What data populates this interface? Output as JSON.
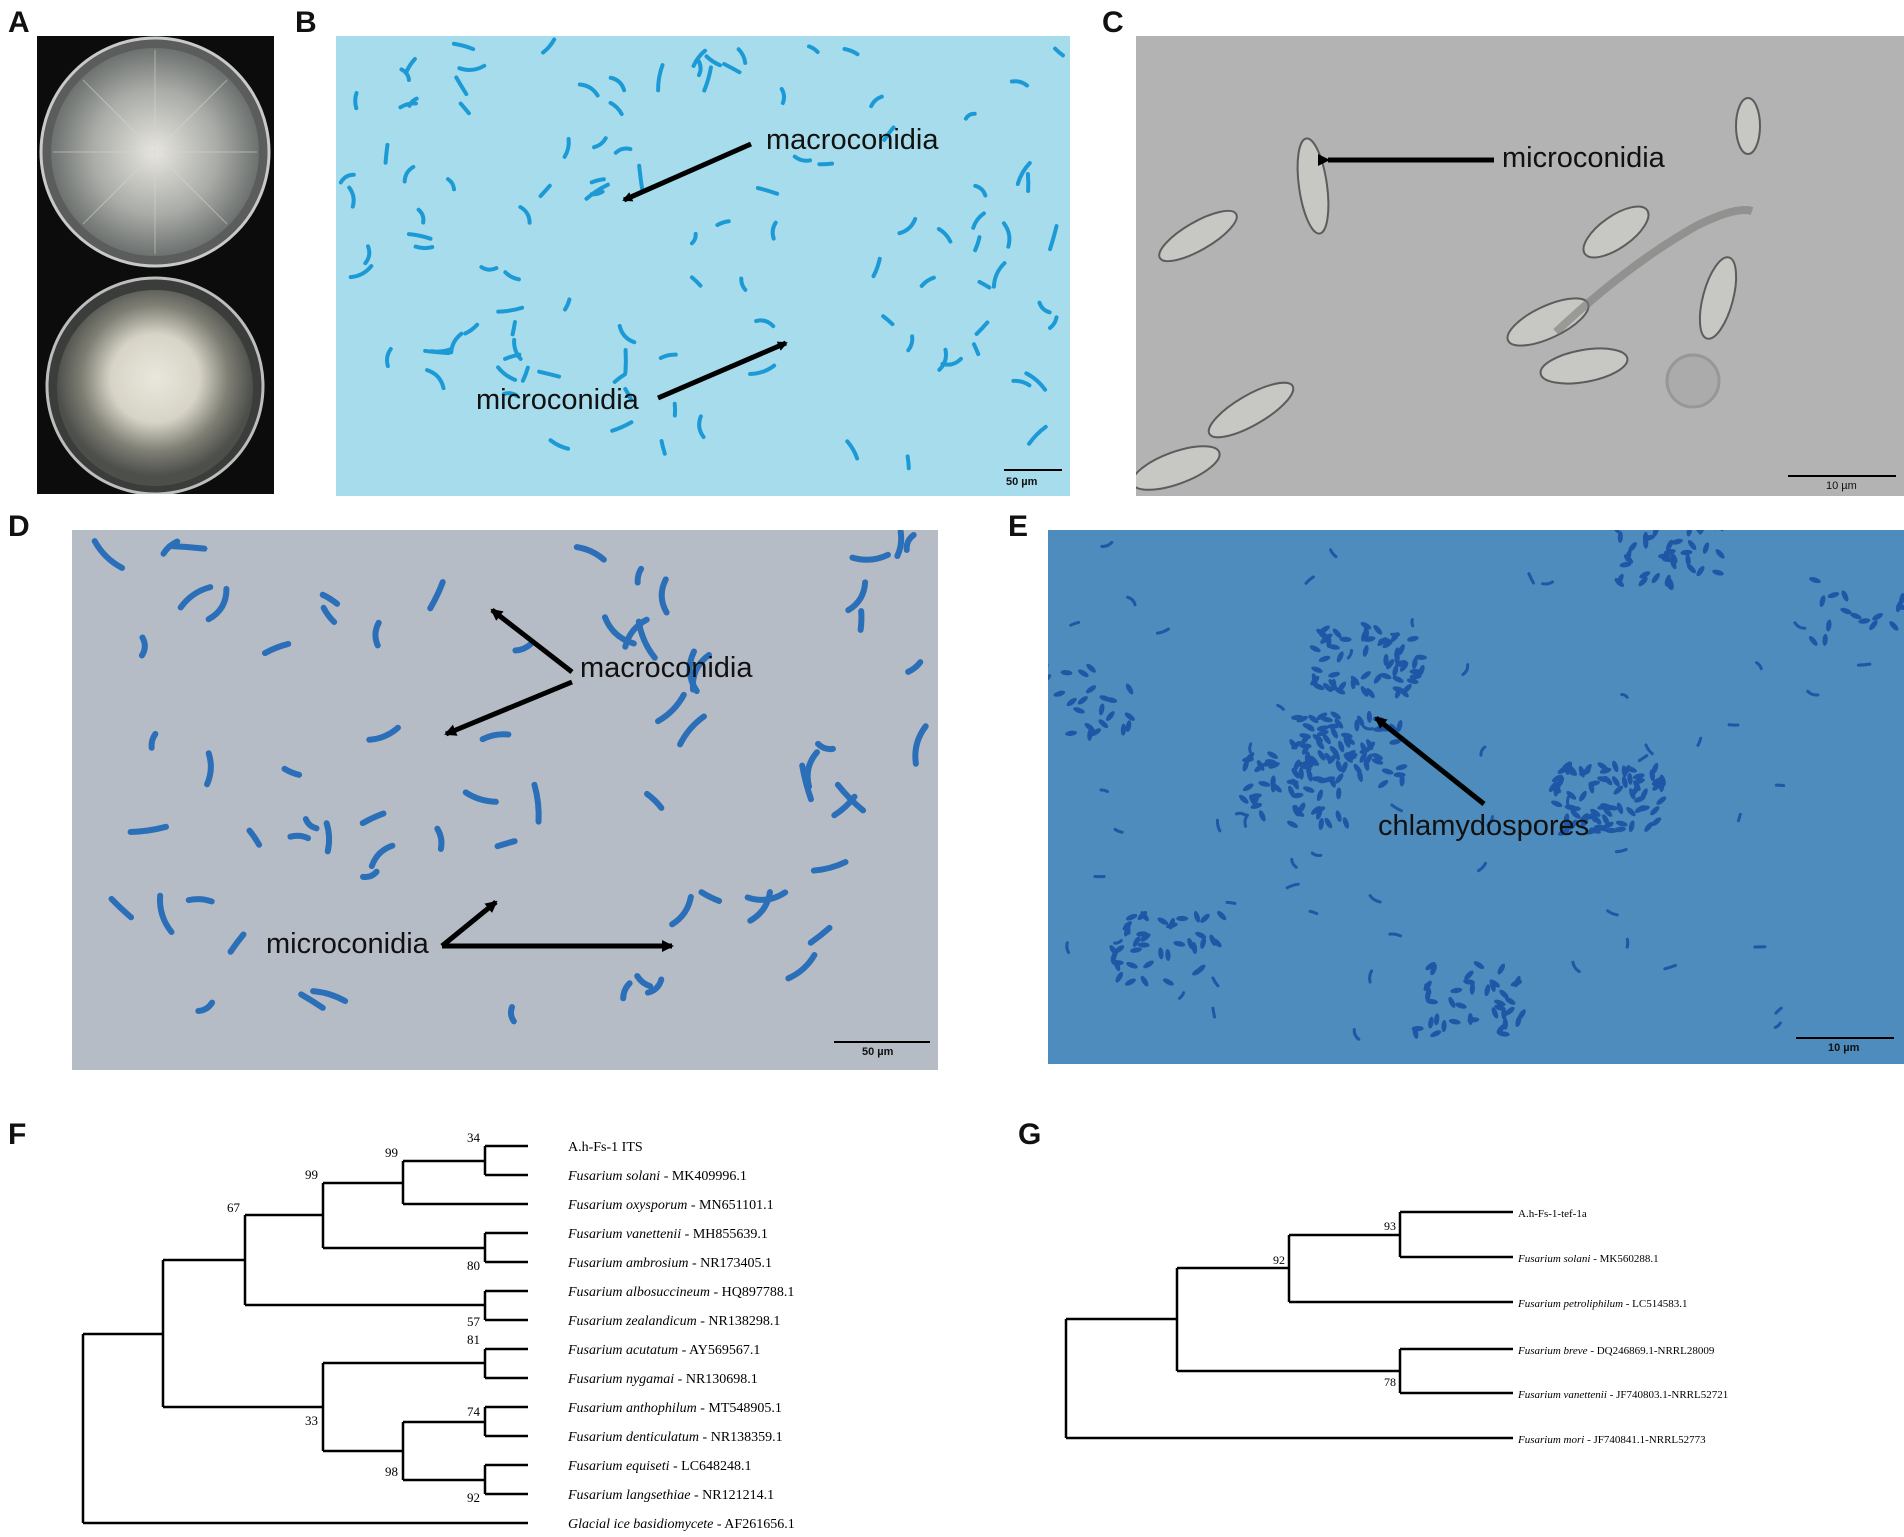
{
  "panels": {
    "A": {
      "label": "A"
    },
    "B": {
      "label": "B",
      "ann1": "macroconidia",
      "ann2": "microconidia",
      "scale": "50 µm"
    },
    "C": {
      "label": "C",
      "ann1": "microconidia",
      "scale": "10 µm"
    },
    "D": {
      "label": "D",
      "ann1": "macroconidia",
      "ann2": "microconidia",
      "scale": "50 µm"
    },
    "E": {
      "label": "E",
      "ann1": "chlamydospores",
      "scale": "10 µm"
    },
    "F": {
      "label": "F"
    },
    "G": {
      "label": "G"
    }
  },
  "treeF": {
    "taxa": [
      {
        "italic": "",
        "rest": "A.h-Fs-1 ITS"
      },
      {
        "italic": "Fusarium solani",
        "rest": " - MK409996.1"
      },
      {
        "italic": "Fusarium oxysporum",
        "rest": " - MN651101.1"
      },
      {
        "italic": "Fusarium vanettenii",
        "rest": " - MH855639.1"
      },
      {
        "italic": "Fusarium ambrosium",
        "rest": " - NR173405.1"
      },
      {
        "italic": "Fusarium albosuccineum",
        "rest": " - HQ897788.1"
      },
      {
        "italic": "Fusarium zealandicum",
        "rest": " - NR138298.1"
      },
      {
        "italic": "Fusarium acutatum",
        "rest": " - AY569567.1"
      },
      {
        "italic": "Fusarium nygamai",
        "rest": " - NR130698.1"
      },
      {
        "italic": "Fusarium anthophilum",
        "rest": " - MT548905.1"
      },
      {
        "italic": "Fusarium denticulatum",
        "rest": " - NR138359.1"
      },
      {
        "italic": "Fusarium equiseti",
        "rest": " - LC648248.1"
      },
      {
        "italic": "Fusarium langsethiae",
        "rest": " - NR121214.1"
      },
      {
        "italic": "Glacial ice basidiomycete",
        "rest": " - AF261656.1"
      }
    ],
    "bootstraps": [
      "34",
      "99",
      "99",
      "80",
      "67",
      "57",
      "81",
      "33",
      "74",
      "98",
      "92"
    ]
  },
  "treeG": {
    "taxa": [
      {
        "italic": "",
        "rest": "A.h-Fs-1-tef-1a"
      },
      {
        "italic": "Fusarium solani",
        "rest": " - MK560288.1"
      },
      {
        "italic": "Fusarium petroliphilum",
        "rest": " - LC514583.1"
      },
      {
        "italic": "Fusarium breve",
        "rest": " - DQ246869.1-NRRL28009"
      },
      {
        "italic": "Fusarium vanettenii",
        "rest": " - JF740803.1-NRRL52721"
      },
      {
        "italic": "Fusarium mori",
        "rest": " - JF740841.1-NRRL52773"
      }
    ],
    "bootstraps": [
      "93",
      "92",
      "78"
    ]
  },
  "colors": {
    "panelB": "#a6dcec",
    "panelC": "#b3b3b3",
    "panelD": "#b6bcc6",
    "panelE": "#4d8cbc",
    "spore": "#1c9ad6",
    "sporeD": "#2a6fb8",
    "sporeE": "#1f56a6"
  }
}
